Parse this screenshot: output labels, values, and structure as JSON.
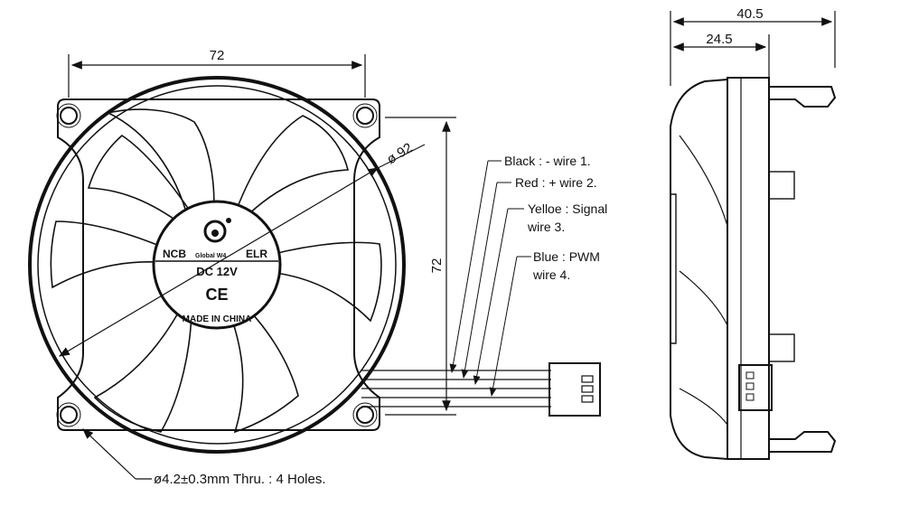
{
  "dimensions": {
    "front_width": "72",
    "front_height": "72",
    "diameter": "ø 92",
    "side_depth_total": "40.5",
    "side_depth_frame": "24.5",
    "mounting_holes": "ø4.2±0.3mm  Thru. : 4 Holes."
  },
  "wires": [
    {
      "line1": "Black :   -   wire 1.",
      "line2": ""
    },
    {
      "line1": "Red : + wire 2.",
      "line2": ""
    },
    {
      "line1": "Yelloe : Signal",
      "line2": "wire 3."
    },
    {
      "line1": "Blue : PWM",
      "line2": "wire 4."
    }
  ],
  "hub_label": {
    "brand": "NCB",
    "text_small": "Global  W4",
    "model_suffix": "ELR",
    "voltage": "DC 12V",
    "mark": "CE",
    "origin": "MADE IN CHINA"
  },
  "connector": {
    "label_top": "",
    "label_bottom": ""
  },
  "colors": {
    "line": "#111111",
    "background": "#ffffff"
  }
}
